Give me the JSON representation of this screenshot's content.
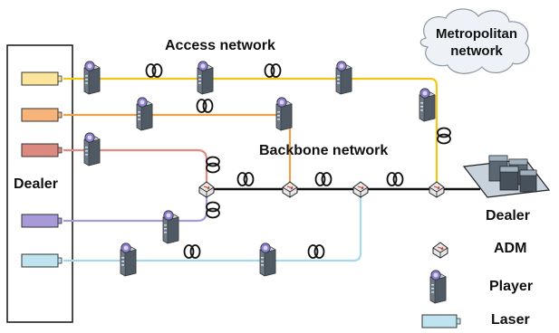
{
  "labels": {
    "access_network": "Access network",
    "backbone_network": "Backbone network",
    "metro_line1": "Metropolitan",
    "metro_line2": "network",
    "dealer_left": "Dealer",
    "dealer_right": "Dealer"
  },
  "legend": [
    {
      "icon": "adm-icon",
      "label": "ADM"
    },
    {
      "icon": "player-server-icon",
      "label": "Player"
    },
    {
      "icon": "laser-icon",
      "label": "Laser"
    }
  ],
  "colors": {
    "yellow_fiber": "#f5c518",
    "orange_fiber": "#f0a04a",
    "red_fiber": "#e38c80",
    "purple_fiber": "#a89ad8",
    "cyan_fiber": "#a9d8ec",
    "backbone": "#111111",
    "laser_yellow": "#fce49a",
    "laser_orange": "#f6b47a",
    "laser_red": "#dc8a80",
    "laser_purple": "#a89ad8",
    "laser_cyan": "#bfe4f0",
    "cloud_fill": "#eef2f7"
  },
  "icons": [
    "adm-icon",
    "player-server-icon",
    "laser-icon",
    "fiber-coil-icon",
    "server-rack-icon",
    "cloud-icon"
  ]
}
